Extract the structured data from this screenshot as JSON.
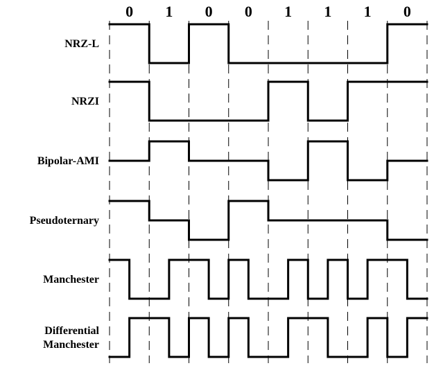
{
  "bits": [
    "0",
    "1",
    "0",
    "0",
    "1",
    "1",
    "1",
    "0"
  ],
  "rows": [
    {
      "name": "nrz-l",
      "label_lines": [
        "NRZ-L"
      ],
      "levels": [
        1,
        1,
        0,
        0,
        1,
        1,
        0,
        0,
        0,
        0,
        0,
        0,
        0,
        0,
        1,
        1
      ]
    },
    {
      "name": "nrzi",
      "label_lines": [
        "NRZI"
      ],
      "levels": [
        1,
        1,
        0,
        0,
        0,
        0,
        0,
        0,
        1,
        1,
        0,
        0,
        1,
        1,
        1,
        1
      ]
    },
    {
      "name": "bipolar-ami",
      "label_lines": [
        "Bipolar-AMI"
      ],
      "levels": [
        0.5,
        0.5,
        1,
        1,
        0.5,
        0.5,
        0.5,
        0.5,
        0,
        0,
        1,
        1,
        0,
        0,
        0.5,
        0.5
      ]
    },
    {
      "name": "pseudoternary",
      "label_lines": [
        "Pseudoternary"
      ],
      "levels": [
        1,
        1,
        0.5,
        0.5,
        0,
        0,
        1,
        1,
        0.5,
        0.5,
        0.5,
        0.5,
        0.5,
        0.5,
        0,
        0
      ]
    },
    {
      "name": "manchester",
      "label_lines": [
        "Manchester"
      ],
      "levels": [
        1,
        0,
        0,
        1,
        1,
        0,
        1,
        0,
        0,
        1,
        0,
        1,
        0,
        1,
        1,
        0
      ]
    },
    {
      "name": "differential-manchester",
      "label_lines": [
        "Differential",
        "Manchester"
      ],
      "levels": [
        0,
        1,
        1,
        0,
        1,
        0,
        1,
        0,
        0,
        1,
        1,
        0,
        0,
        1,
        0,
        1
      ]
    }
  ]
}
